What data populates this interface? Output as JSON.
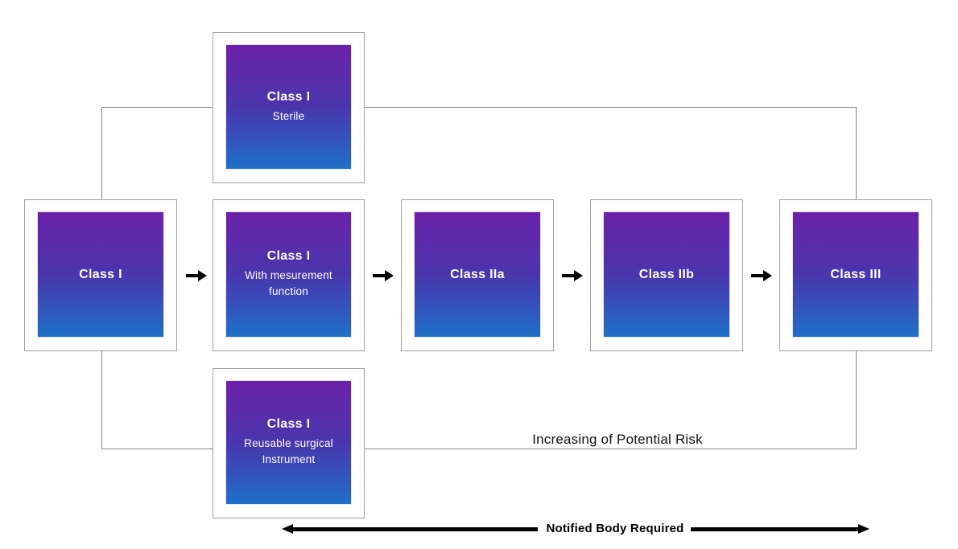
{
  "diagram": {
    "nodes": [
      {
        "title": "Class I",
        "subtitle": "Sterile"
      },
      {
        "title": "Class I",
        "subtitle": ""
      },
      {
        "title": "Class I",
        "subtitle": "With mesurement function"
      },
      {
        "title": "Class IIa",
        "subtitle": ""
      },
      {
        "title": "Class IIb",
        "subtitle": ""
      },
      {
        "title": "Class III",
        "subtitle": ""
      },
      {
        "title": "Class I",
        "subtitle": "Reusable surgical Instrument"
      }
    ],
    "labels": {
      "risk_axis": "Increasing of Potential Risk",
      "notified_body": "Notified Body Required"
    },
    "icons": {
      "flow_arrow": "right-arrow",
      "span_arrow": "double-headed-arrow"
    },
    "colors": {
      "node_gradient_top": "#6b21a8",
      "node_gradient_bottom": "#1e6fc8",
      "container_border": "#a0a0a0",
      "connector_line": "#868686",
      "arrow_black": "#000000",
      "node_text": "#ffffff",
      "label_text": "#111111"
    }
  }
}
